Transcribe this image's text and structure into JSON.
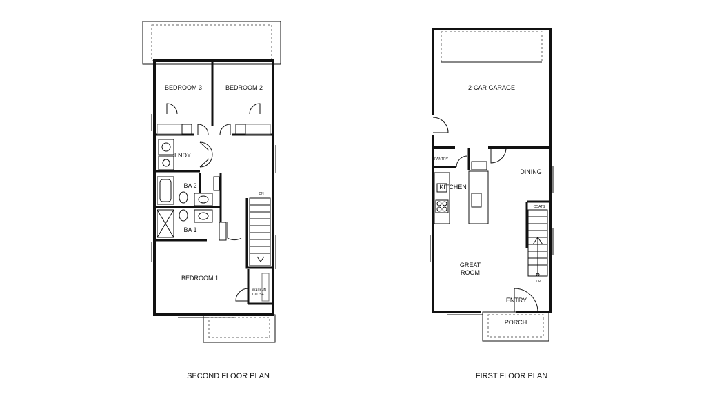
{
  "plans": {
    "second": {
      "caption": "SECOND FLOOR PLAN",
      "rooms": {
        "bedroom3": "BEDROOM 3",
        "bedroom2": "BEDROOM 2",
        "laundry": "LNDY",
        "bath2": "BA 2",
        "bath1": "BA 1",
        "bedroom1": "BEDROOM 1",
        "walkin_line1": "WALK-IN",
        "walkin_line2": "CLOSET",
        "stair_dn": "DN"
      }
    },
    "first": {
      "caption": "FIRST FLOOR PLAN",
      "rooms": {
        "garage": "2-CAR GARAGE",
        "pantry": "PANTRY",
        "kitchen": "KITCHEN",
        "dining": "DINING",
        "coats": "COATS",
        "great_room_line1": "GREAT",
        "great_room_line2": "ROOM",
        "entry": "ENTRY",
        "porch": "PORCH",
        "stair_up": "UP"
      }
    }
  },
  "colors": {
    "wall": "#111111",
    "background": "#ffffff"
  }
}
